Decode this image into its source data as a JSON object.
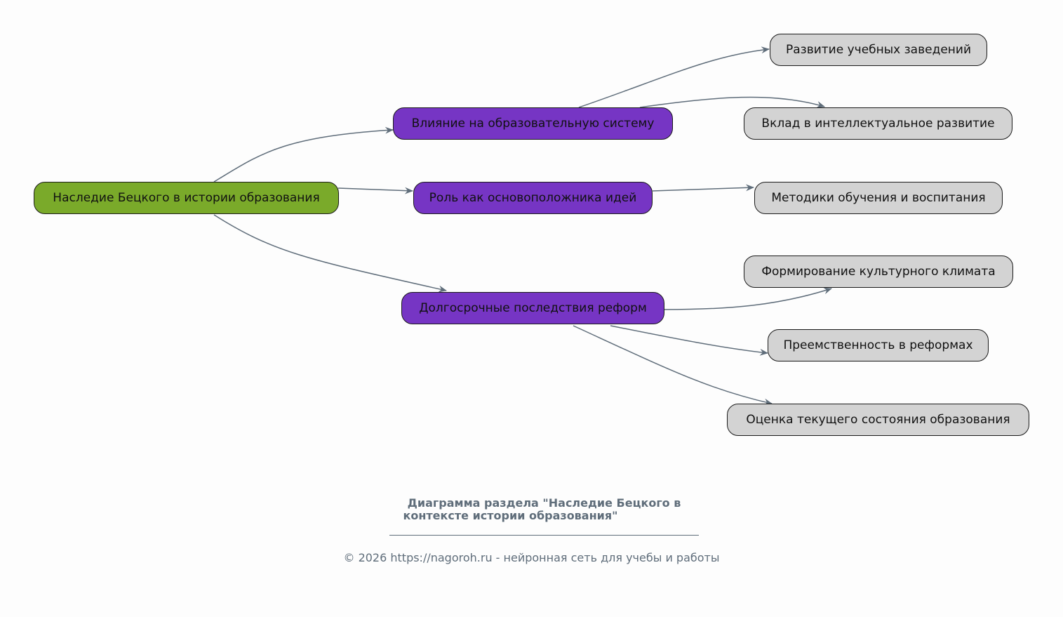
{
  "diagram": {
    "root": {
      "id": "root",
      "label": "Наследие Бецкого в истории образования"
    },
    "branches": [
      {
        "id": "b1",
        "label": "Влияние на образовательную систему"
      },
      {
        "id": "b2",
        "label": "Роль как основоположника идей"
      },
      {
        "id": "b3",
        "label": "Долгосрочные последствия реформ"
      }
    ],
    "leaves": [
      {
        "id": "l1",
        "parent": "b1",
        "label": "Развитие учебных заведений"
      },
      {
        "id": "l2",
        "parent": "b1",
        "label": "Вклад в интеллектуальное развитие"
      },
      {
        "id": "l3",
        "parent": "b2",
        "label": "Методики обучения и воспитания"
      },
      {
        "id": "l4",
        "parent": "b3",
        "label": "Формирование культурного климата"
      },
      {
        "id": "l5",
        "parent": "b3",
        "label": "Преемственность в реформах"
      },
      {
        "id": "l6",
        "parent": "b3",
        "label": "Оценка текущего состояния образования"
      }
    ],
    "edges": [
      {
        "from": "root",
        "to": "b1"
      },
      {
        "from": "root",
        "to": "b2"
      },
      {
        "from": "root",
        "to": "b3"
      },
      {
        "from": "b1",
        "to": "l1"
      },
      {
        "from": "b1",
        "to": "l2"
      },
      {
        "from": "b2",
        "to": "l3"
      },
      {
        "from": "b3",
        "to": "l4"
      },
      {
        "from": "b3",
        "to": "l5"
      },
      {
        "from": "b3",
        "to": "l6"
      }
    ],
    "colors": {
      "root": "#7aaa2a",
      "branch": "#7635c4",
      "leaf": "#d3d3d3",
      "edge": "#5f6d7a",
      "caption": "#5f6d7a"
    }
  },
  "caption": {
    "title_line1": "Диаграмма раздела \"Наследие Бецкого в",
    "title_line2": "контексте истории образования\"",
    "copyright": "© 2026 https://nagoroh.ru - нейронная сеть для учебы и работы"
  }
}
